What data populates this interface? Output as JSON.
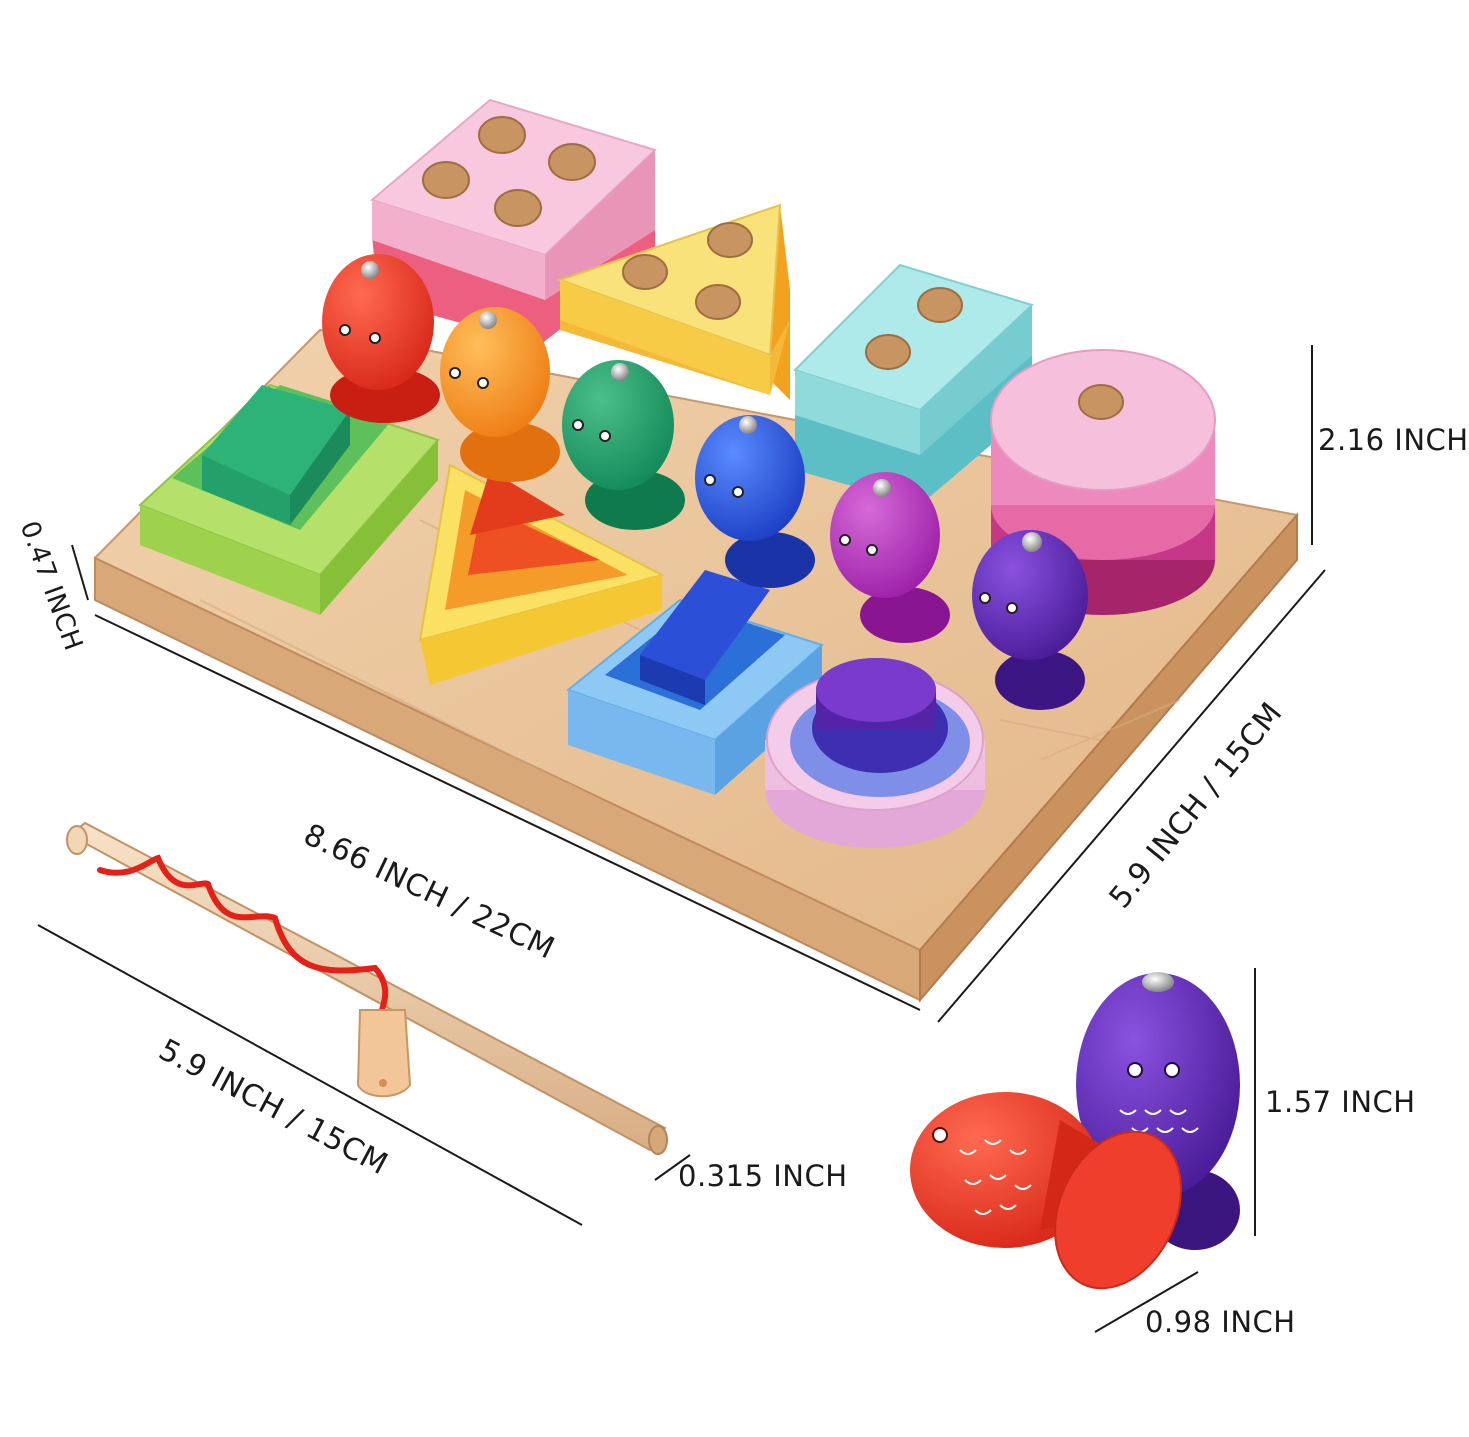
{
  "dimensions": {
    "board_length": "8.66 INCH / 22CM",
    "board_width": "5.9 INCH / 15CM",
    "board_thickness": "0.47 INCH",
    "stack_height": "2.16 INCH",
    "rod_length": "5.9 INCH / 15CM",
    "rod_diameter": "0.315 INCH",
    "fish_height": "1.57 INCH",
    "fish_base": "0.98 INCH"
  },
  "colors": {
    "board_top": "#e9c39a",
    "board_side": "#d9ab7c",
    "pink": "#f4b8d8",
    "yellow": "#f7df6a",
    "teal": "#9fe0e0",
    "green": "#8fd24a",
    "orange": "#f39b2a",
    "blue": "#2f78e0",
    "purple": "#6a2fb4",
    "red": "#e53423",
    "rod": "#f0d3b2"
  }
}
